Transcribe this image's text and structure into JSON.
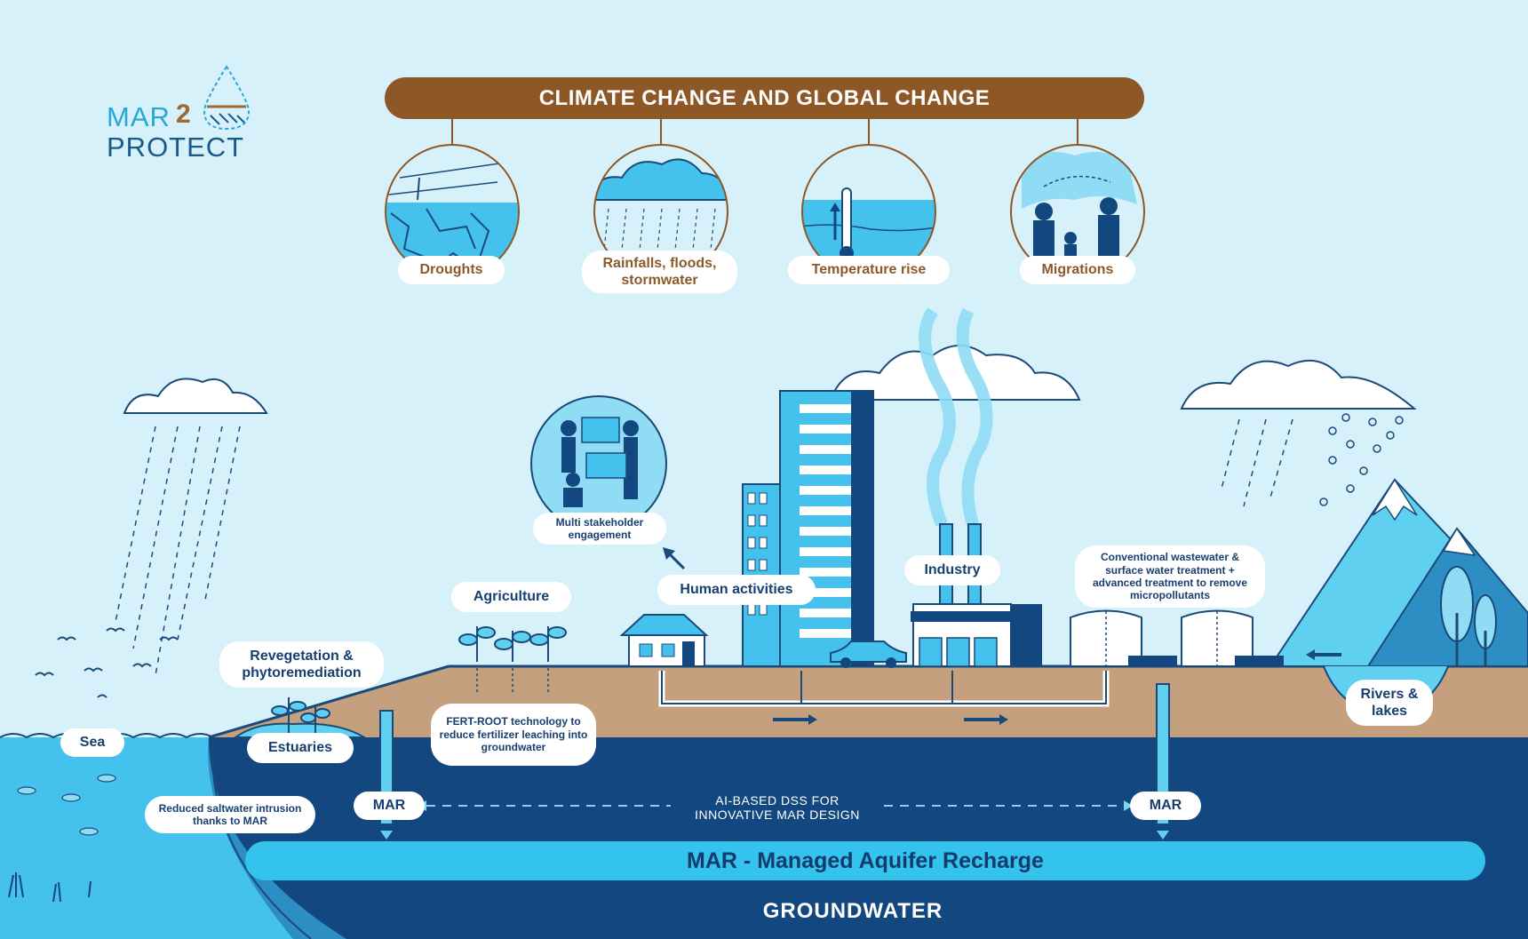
{
  "banner": {
    "title": "CLIMATE CHANGE AND GLOBAL CHANGE"
  },
  "logo": {
    "word1": "MAR",
    "two": "2",
    "word2": "PROTECT"
  },
  "impacts": [
    {
      "label": "Droughts",
      "icon": "drought-icon"
    },
    {
      "label": "Rainfalls, floods, stormwater",
      "icon": "rain-cloud-icon"
    },
    {
      "label": "Temperature rise",
      "icon": "thermometer-icon"
    },
    {
      "label": "Migrations",
      "icon": "migration-icon"
    }
  ],
  "scene": {
    "multi_stakeholder": "Multi stakeholder engagement",
    "human_activities": "Human activities",
    "industry": "Industry",
    "agriculture": "Agriculture",
    "revegetation": "Revegetation & phytoremediation",
    "fert_root": "FERT-ROOT technology to reduce fertilizer leaching into groundwater",
    "treatment": "Conventional wastewater & surface water treatment + advanced treatment to remove micropollutants",
    "rivers": "Rivers & lakes",
    "sea": "Sea",
    "estuaries": "Estuaries",
    "saltwater": "Reduced saltwater intrusion thanks to MAR",
    "mar_left": "MAR",
    "mar_right": "MAR",
    "dss": "AI-BASED DSS FOR INNOVATIVE MAR DESIGN",
    "mar_bar": "MAR - Managed Aquifer Recharge",
    "groundwater": "GROUNDWATER"
  },
  "colors": {
    "sky": "#d7f1fa",
    "brown": "#8e5826",
    "soil": "#c4a07f",
    "aquifer": "#134780",
    "water": "#5fd0f0",
    "mar_bar": "#33c3ec",
    "navy": "#173f6f"
  }
}
